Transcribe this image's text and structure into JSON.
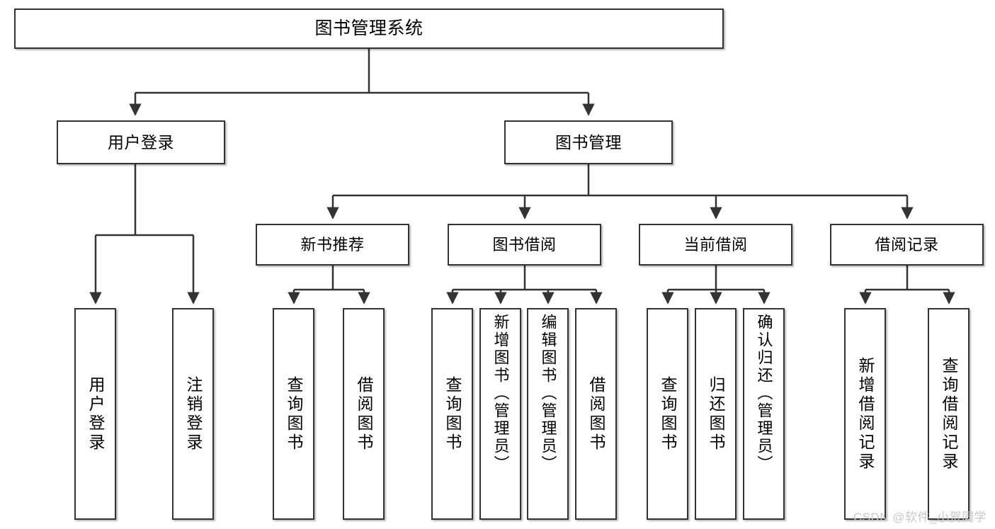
{
  "diagram": {
    "title": "图书管理系统",
    "type": "tree",
    "watermark": "CSDN @软件_小贺同学",
    "colors": {
      "box_border": "#333333",
      "box_fill": "#ffffff",
      "edge": "#333333",
      "text": "#000000",
      "watermark": "#c9c9c9"
    }
  },
  "root": {
    "label": "图书管理系统"
  },
  "level1": [
    {
      "label": "用户登录"
    },
    {
      "label": "图书管理"
    }
  ],
  "level2": [
    {
      "label": "新书推荐"
    },
    {
      "label": "图书借阅"
    },
    {
      "label": "当前借阅"
    },
    {
      "label": "借阅记录"
    }
  ],
  "leaves": {
    "user_login": [
      {
        "label": "用户登录"
      },
      {
        "label": "注销登录"
      }
    ],
    "new_book_recommend": [
      {
        "label": "查询图书"
      },
      {
        "label": "借阅图书"
      }
    ],
    "book_borrow": [
      {
        "label": "查询图书"
      },
      {
        "label": "新增图书（管理员）"
      },
      {
        "label": "编辑图书（管理员）"
      },
      {
        "label": "借阅图书"
      }
    ],
    "current_borrow": [
      {
        "label": "查询图书"
      },
      {
        "label": "归还图书"
      },
      {
        "label": "确认归还（管理员）"
      }
    ],
    "borrow_record": [
      {
        "label": "新增借阅记录"
      },
      {
        "label": "查询借阅记录"
      }
    ]
  }
}
